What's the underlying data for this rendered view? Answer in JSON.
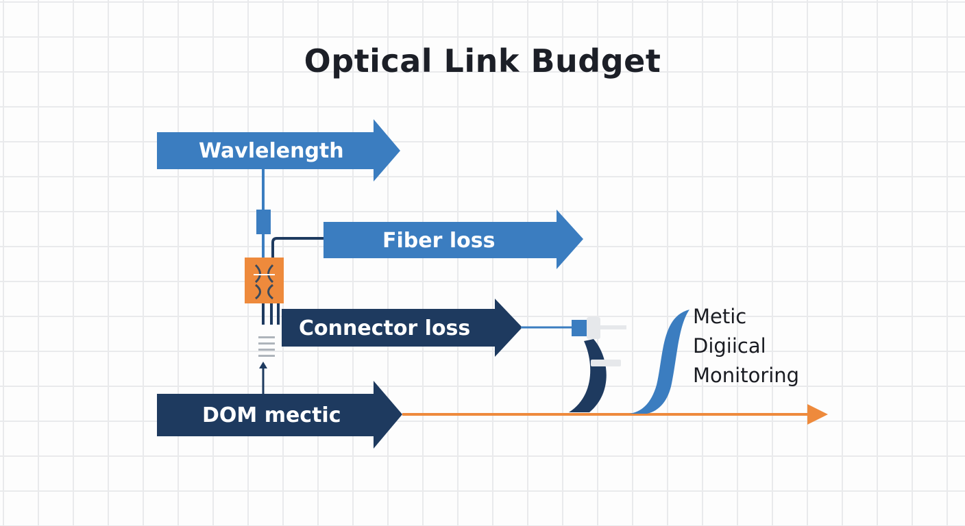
{
  "title": "Optical Link Budget",
  "arrows": [
    {
      "id": "wavelength",
      "label": "Wavlelength"
    },
    {
      "id": "fiber-loss",
      "label": "Fiber loss"
    },
    {
      "id": "connector-loss",
      "label": "Connector loss"
    },
    {
      "id": "dom-metric",
      "label": "DOM mectic"
    }
  ],
  "side_label": {
    "line1": "Metic",
    "line2": "Digiical",
    "line3": "Monitoring"
  },
  "colors": {
    "light_blue": "#3b7dc0",
    "dark_navy": "#1e3a5f",
    "orange": "#ee8a3c",
    "grid": "#e9eaec"
  }
}
